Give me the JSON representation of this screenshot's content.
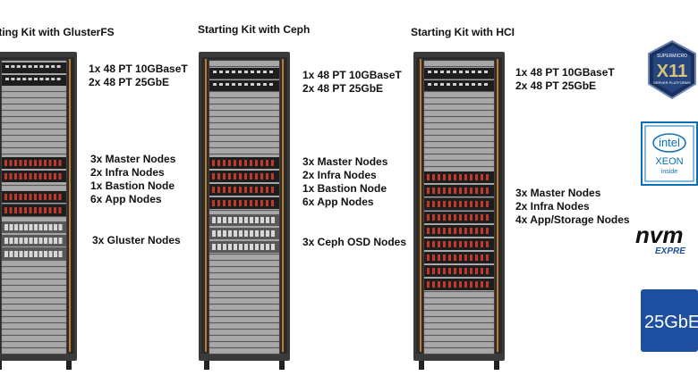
{
  "colors": {
    "rack_frame": "#3a3a3a",
    "rack_rail": "#c07a2a",
    "panel": "#a8a8a8",
    "server_dark": "#1e1e1e",
    "accent_red": "#c0392b",
    "intel_blue": "#0b6fb8",
    "badge_blue": "#1f4fa0"
  },
  "kits": [
    {
      "title": "Starting Kit with GlusterFS",
      "switch_lines": [
        "1x 48 PT 10GBaseT",
        "2x 48 PT 25GbE"
      ],
      "node_lines": [
        "3x Master Nodes",
        "2x Infra Nodes",
        "1x Bastion Node",
        "6x App Nodes"
      ],
      "storage_lines": [
        "3x Gluster Nodes"
      ]
    },
    {
      "title": "Starting Kit with Ceph",
      "switch_lines": [
        "1x 48 PT 10GBaseT",
        "2x 48 PT 25GbE"
      ],
      "node_lines": [
        "3x Master Nodes",
        "2x Infra Nodes",
        "1x Bastion Node",
        "6x App Nodes"
      ],
      "storage_lines": [
        "3x Ceph OSD Nodes"
      ]
    },
    {
      "title": "Starting Kit with HCI",
      "switch_lines": [
        "1x 48 PT 10GBaseT",
        "2x 48 PT 25GbE"
      ],
      "node_lines": [
        "3x Master Nodes",
        "2x Infra Nodes",
        "4x App/Storage Nodes"
      ]
    }
  ],
  "badges": {
    "supermicro": {
      "top": "SUPERMICRO",
      "main": "X11",
      "bottom": "SERVER PLATFORMS",
      "icon": "supermicro-x11-logo"
    },
    "intel": {
      "brand": "intel",
      "product": "XEON",
      "sub": "inside",
      "icon": "intel-xeon-inside-logo"
    },
    "nvme": {
      "main": "nvm",
      "sub": "EXPRE",
      "icon": "nvme-express-logo"
    },
    "speed": {
      "text": "25GbE",
      "icon": "25gbe-badge"
    }
  }
}
